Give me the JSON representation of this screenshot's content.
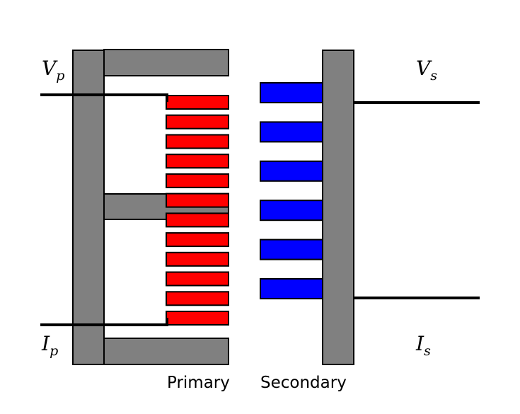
{
  "labels": {
    "vp": {
      "symbol": "V",
      "subscript": "p"
    },
    "ip": {
      "symbol": "I",
      "subscript": "p"
    },
    "vs": {
      "symbol": "V",
      "subscript": "s"
    },
    "is": {
      "symbol": "I",
      "subscript": "s"
    },
    "primary": "Primary",
    "secondary": "Secondary"
  },
  "primary_winding_turns": 12,
  "secondary_winding_turns": 6,
  "colors": {
    "core": "#808080",
    "primary_winding": "#ff0000",
    "secondary_winding": "#0000ff",
    "wire": "#000000"
  }
}
